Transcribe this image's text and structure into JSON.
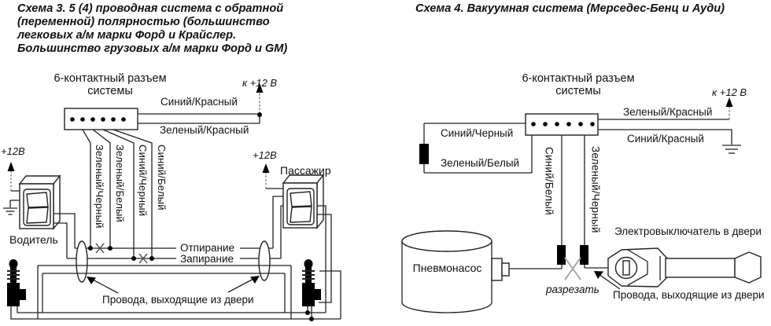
{
  "colors": {
    "background": "#ffffff",
    "line": "#222222",
    "text": "#111111"
  },
  "left": {
    "title_lines": [
      "Схема 3. 5 (4) проводная система с обратной",
      "(переменной) полярностью (большинство",
      "легковых а/м марки Форд и Крайслер.",
      "Большинство грузовых а/м марки Форд и GM)"
    ],
    "connector_line1": "6-контактный разъем",
    "connector_line2": "системы",
    "to_12v": "к +12 В",
    "wire_blue_red": "Синий/Красный",
    "wire_green_red": "Зеленый/Красный",
    "vwire_green_black": "Зеленый/Черный",
    "vwire_green_white": "Зеленый/Белый",
    "vwire_blue_black": "Синий/Черный",
    "vwire_blue_white": "Синий/Белый",
    "plus12_driver": "+12В",
    "plus12_passenger": "+12В",
    "driver": "Водитель",
    "passenger": "Пассажир",
    "unlock": "Отпирание",
    "lock": "Запирание",
    "door_wires": "Провода, выходящие из двери"
  },
  "right": {
    "title": "Схема 4. Вакуумная система (Мерседес-Бенц и Ауди)",
    "connector_line1": "6-контактный разъем",
    "connector_line2": "системы",
    "to_12v": "к +12 В",
    "wire_green_red": "Зеленый/Красный",
    "wire_blue_red": "Синий/Красный",
    "wire_blue_black": "Синий/Черный",
    "wire_green_white": "Зеленый/Белый",
    "vwire_blue_white": "Синий/Белый",
    "vwire_green_black": "Зеленый/Черный",
    "pump": "Пневмонасос",
    "cut": "разрезать",
    "door_switch": "Электровыключатель в двери",
    "door_wires": "Провода, выходящие из двери"
  }
}
